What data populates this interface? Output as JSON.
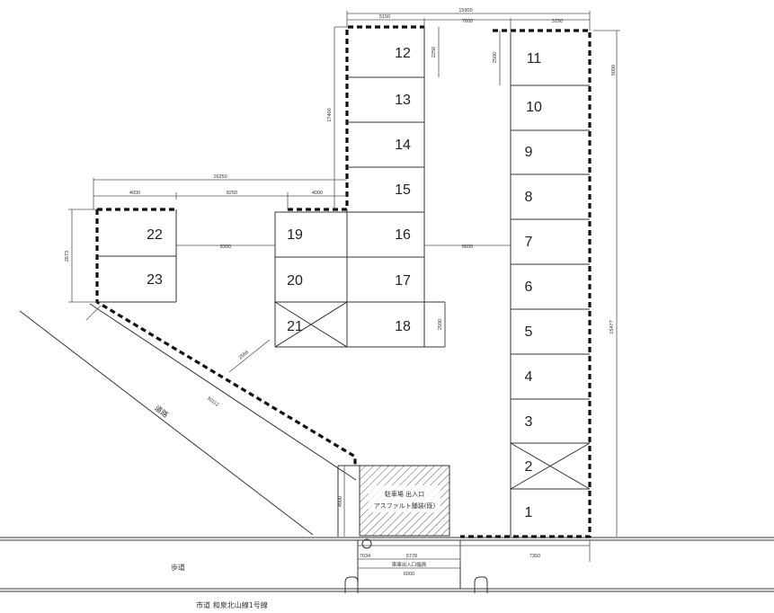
{
  "slots": {
    "s1": "1",
    "s2": "2",
    "s3": "3",
    "s4": "4",
    "s5": "5",
    "s6": "6",
    "s7": "7",
    "s8": "8",
    "s9": "9",
    "s10": "10",
    "s11": "11",
    "s12": "12",
    "s13": "13",
    "s14": "14",
    "s15": "15",
    "s16": "16",
    "s17": "17",
    "s18": "18",
    "s19": "19",
    "s20": "20",
    "s21": "21",
    "s22": "22",
    "s23": "23"
  },
  "labels": {
    "road_diagonal": "道路",
    "sidewalk": "歩道",
    "city_road": "市道 和泉北山線1号線",
    "entrance_line1": "駐車場 出入口",
    "entrance_line2": "アスファルト舗装(既)"
  },
  "dimensions": {
    "top_total": "15900",
    "top_left": "5150",
    "top_mid": "7600",
    "top_right": "3150",
    "left_total": "16250",
    "left_a": "4000",
    "left_b": "8250",
    "left_c": "4000",
    "h_22_19": "8300",
    "h_16_7": "5600",
    "v_12": "2250",
    "v_11": "2500",
    "v_right": "5000",
    "v_left_col": "17400",
    "v_total_right": "15477",
    "v_22": "2673",
    "v_18": "2500",
    "diag_road": "30112",
    "diag_off": "2586",
    "v_entrance": "4900",
    "bottom_a": "7034",
    "bottom_b": "5778",
    "bottom_c": "7350",
    "bottom_d": "6000",
    "bottom_label": "車庫出入口幅員"
  }
}
